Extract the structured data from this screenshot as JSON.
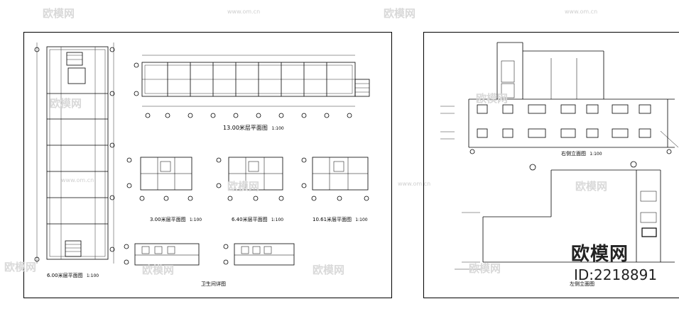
{
  "captions": {
    "plan_13": "13.00米层平面图",
    "plan_13_scale": "1:100",
    "plan_300": "3.00米层平面图",
    "plan_300_scale": "1:100",
    "plan_640": "6.40米层平面图",
    "plan_640_scale": "1:100",
    "plan_1061": "10.61米层平面图",
    "plan_1061_scale": "1:100",
    "plan_600": "6.00米层平面图",
    "plan_600_scale": "1:100",
    "toilet": "卫生间详图",
    "right_elev": "右侧立面图",
    "right_elev_scale": "1:100",
    "left_elev": "左侧立面图"
  },
  "watermarks": {
    "logo": "欧模网",
    "url": "www.om.cn"
  },
  "brand": {
    "name": "欧模网",
    "id": "ID:2218891"
  },
  "colors": {
    "line": "#000000",
    "watermark": "#d0d0d0",
    "background": "#ffffff"
  }
}
